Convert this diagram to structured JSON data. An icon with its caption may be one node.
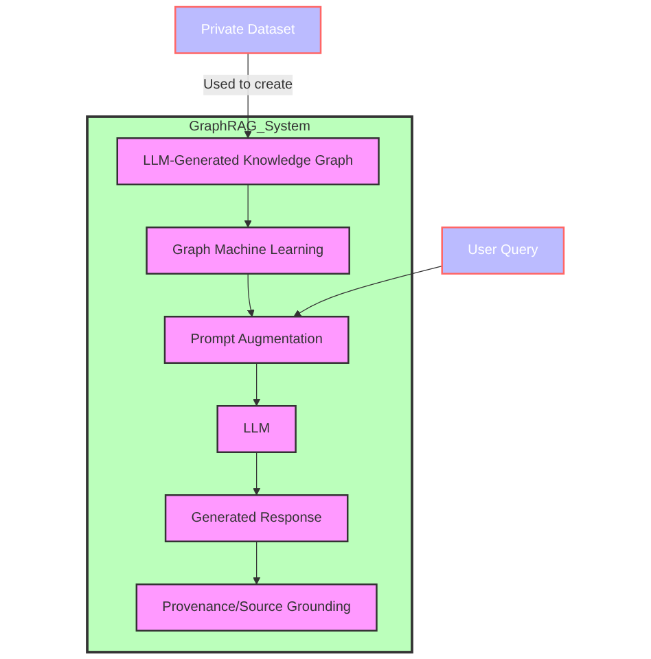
{
  "diagram": {
    "nodes": [
      {
        "text": [
          "Private Dataset"
        ]
      },
      {
        "text": [
          "GraphRAG_System"
        ]
      },
      {
        "text": [
          "LLM-Generated Knowledge Graph"
        ],
        "in": 1
      },
      {
        "text": [
          "Graph Machine Learning"
        ],
        "in": 1
      },
      {
        "text": [
          "User Query"
        ]
      },
      {
        "text": [
          "Prompt Augmentation"
        ],
        "in": 1
      },
      {
        "text": [
          "LLM"
        ],
        "in": 1
      },
      {
        "text": [
          "Generated Response"
        ],
        "in": 1
      },
      {
        "text": [
          "Provenance/Source Grounding"
        ],
        "in": 1
      }
    ],
    "edges": [
      {
        "from": 0,
        "to": 2,
        "arrow": "to",
        "label": "Used to create"
      },
      {
        "from": 2,
        "to": 3,
        "arrow": "to"
      },
      {
        "from": 3,
        "to": 5,
        "arrow": "to"
      },
      {
        "from": 4,
        "to": 5,
        "arrow": "to"
      },
      {
        "from": 5,
        "to": 6,
        "arrow": "to"
      },
      {
        "from": 6,
        "to": 7,
        "arrow": "to"
      },
      {
        "from": 7,
        "to": 8,
        "arrow": "to"
      }
    ]
  }
}
